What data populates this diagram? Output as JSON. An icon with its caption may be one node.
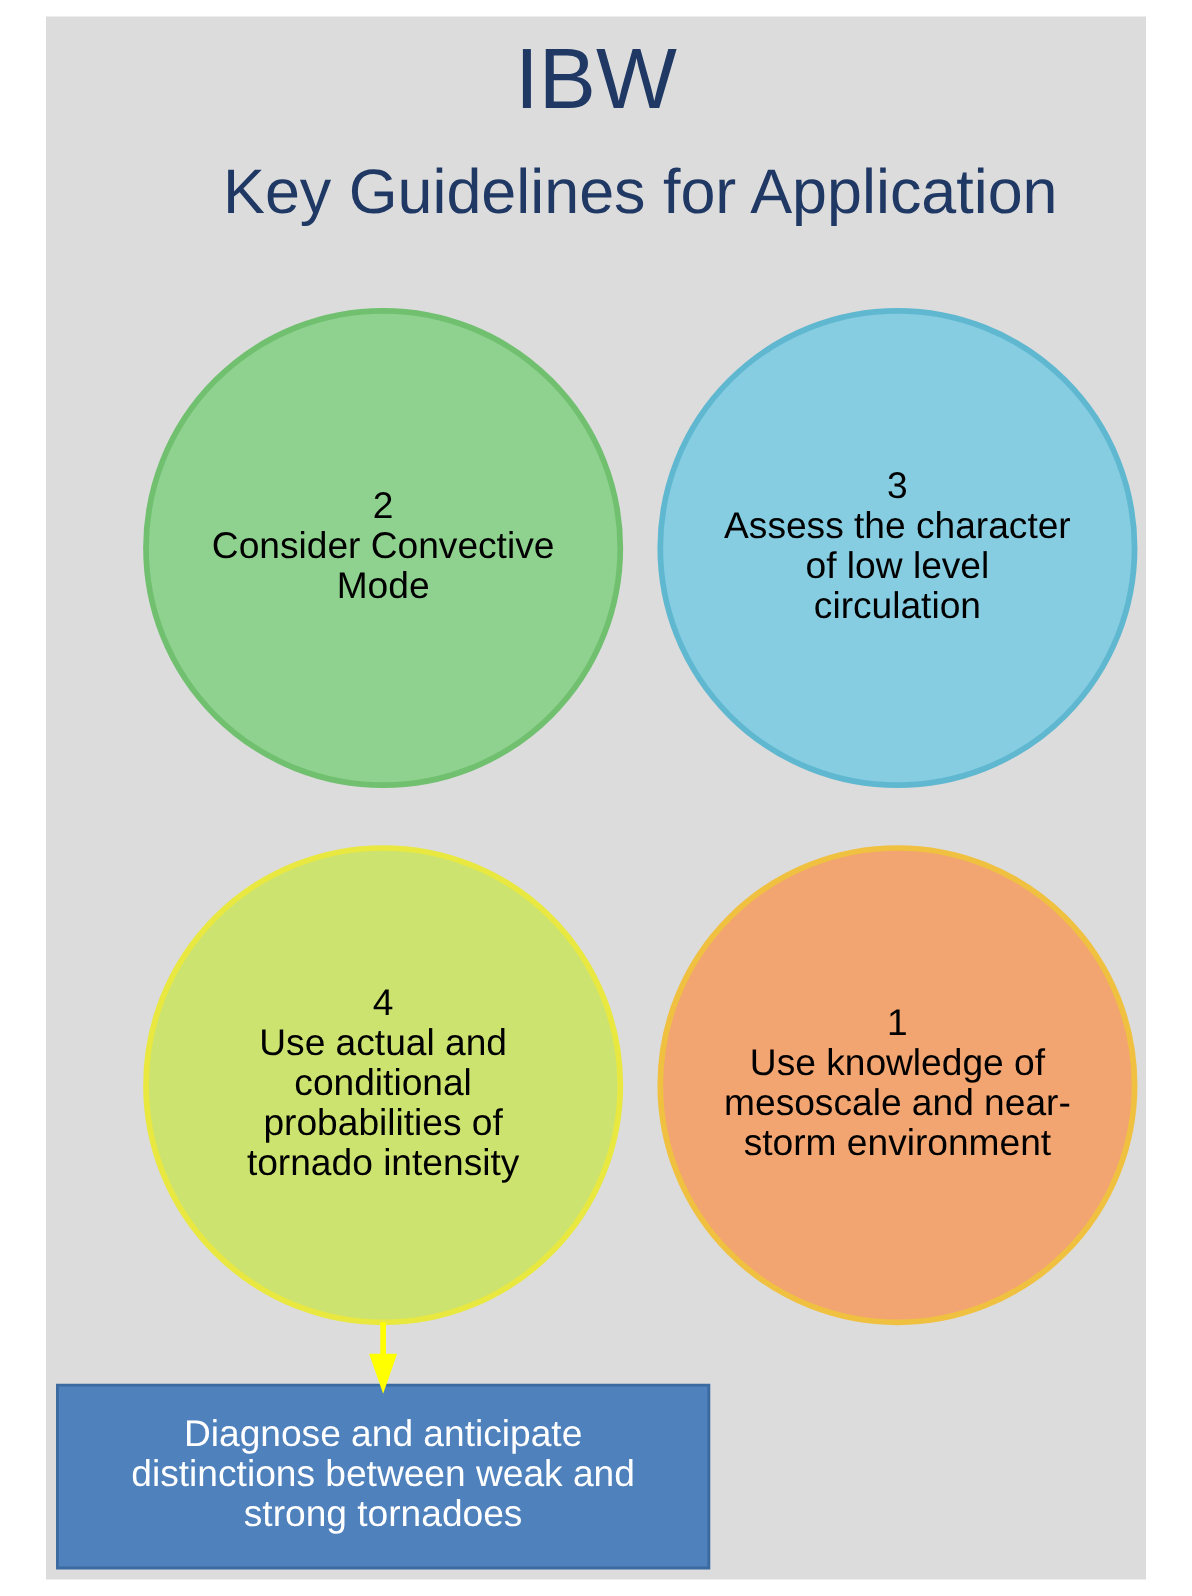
{
  "diagram": {
    "title": "IBW",
    "nodes": [
      {
        "text": [
          "1",
          "Use knowledge of mesoscale and near-storm environment"
        ]
      },
      {
        "text": [
          "2",
          "Consider Convective Mode"
        ]
      },
      {
        "text": [
          "3",
          "Assess the character of low level circulation"
        ]
      },
      {
        "text": [
          "4",
          "Use actual and conditional probabilities of tornado intensity"
        ]
      },
      {
        "text": [
          "Diagnose and anticipate distinctions between weak and strong tornadoes"
        ]
      }
    ],
    "edges": [
      {
        "from": 3,
        "to": 4,
        "arrow": "to",
        "color": "#ffff00"
      }
    ],
    "labels": [
      "Key Guidelines for Application"
    ]
  }
}
